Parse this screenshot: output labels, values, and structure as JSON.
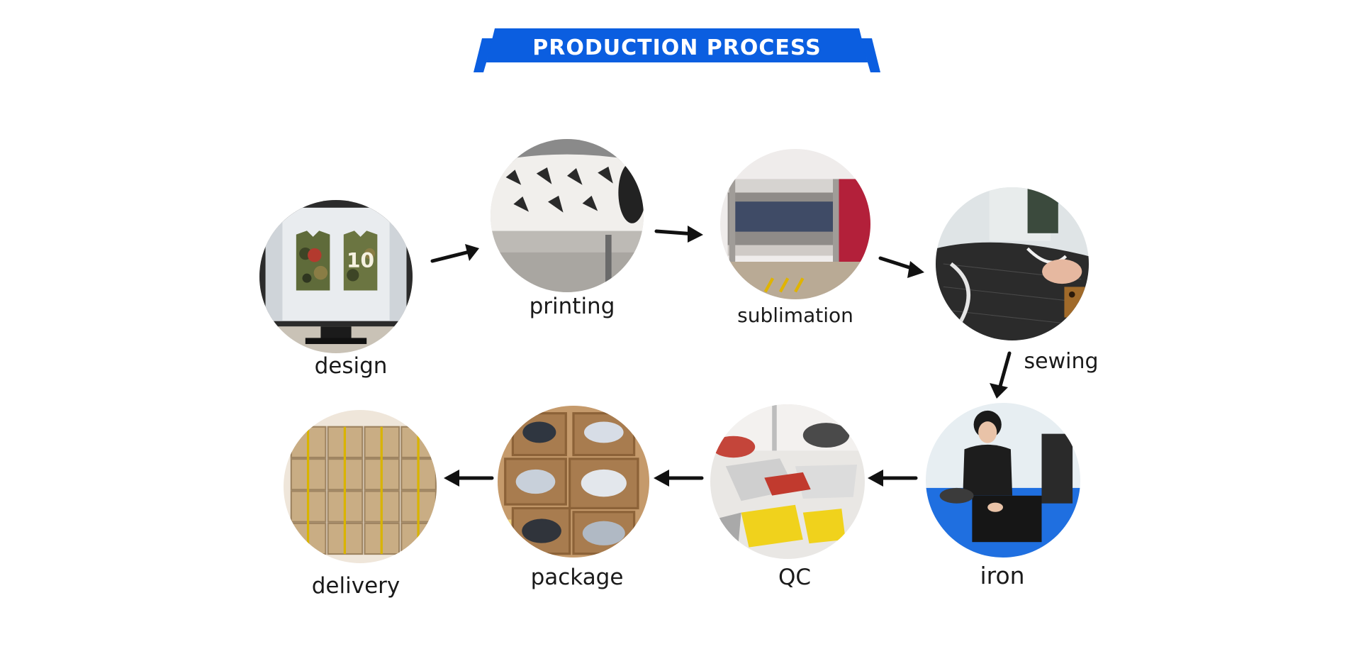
{
  "header": {
    "title": "PRODUCTION PROCESS",
    "color": "#0b5ee0"
  },
  "steps": [
    {
      "label": "design",
      "photo": "computer-monitor-jersey-design-photo"
    },
    {
      "label": "printing",
      "photo": "large-format-printer-photo"
    },
    {
      "label": "sublimation",
      "photo": "heat-press-sublimation-machine-photo"
    },
    {
      "label": "sewing",
      "photo": "sewing-machine-fabric-photo"
    },
    {
      "label": "iron",
      "photo": "worker-ironing-garment-photo"
    },
    {
      "label": "QC",
      "photo": "garments-quality-check-table-photo"
    },
    {
      "label": "package",
      "photo": "packed-boxes-with-garments-photo"
    },
    {
      "label": "delivery",
      "photo": "stacked-cardboard-cartons-photo"
    }
  ],
  "arrow_icon": "right-arrow-icon"
}
